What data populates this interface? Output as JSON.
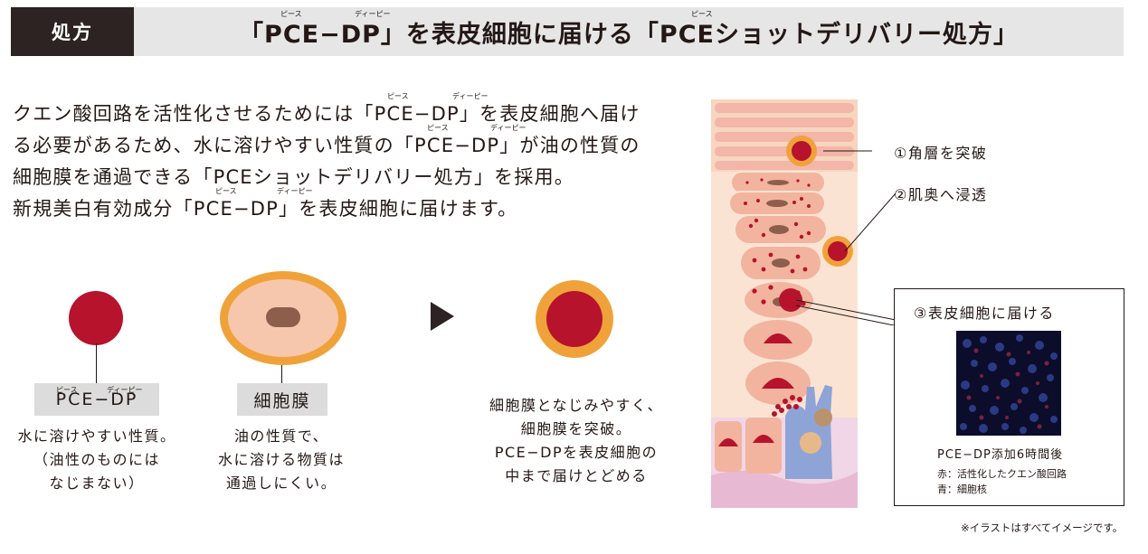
{
  "header": {
    "tag": "処方",
    "title": "「PCE−DP」を表皮細胞に届ける「PCEショットデリバリー処方」",
    "ruby_pce": "ピース",
    "ruby_dp": "ディーピー"
  },
  "intro": {
    "lines": [
      "クエン酸回路を活性化させるためには「PCE−DP」を表皮細胞へ届け",
      "る必要があるため、水に溶けやすい性質の「PCE−DP」が油の性質の",
      "細胞膜を通過できる「PCEショットデリバリー処方」を採用。",
      "新規美白有効成分「PCE−DP」を表皮細胞に届けます。"
    ]
  },
  "diagram": {
    "pce": {
      "label": "PCE−DP",
      "ruby_pce": "ピース",
      "ruby_dp": "ディーピー",
      "caption": [
        "水に溶けやすい性質。",
        "（油性のものには",
        "なじまない）"
      ]
    },
    "membrane": {
      "label": "細胞膜",
      "caption": [
        "油の性質で、",
        "水に溶ける物質は",
        "通過しにくい。"
      ]
    },
    "result": {
      "caption": [
        "細胞膜となじみやすく、",
        "細胞膜を突破。",
        "PCE−DPを表皮細胞の",
        "中まで届けとどめる"
      ]
    }
  },
  "skin": {
    "step1": "①角層を突破",
    "step2": "②肌奥へ浸透",
    "step3": "③表皮細胞に届ける",
    "micro_caption": "PCE−DP添加6時間後",
    "legend_red": "赤：活性化したクエン酸回路",
    "legend_blue": "青：細胞核"
  },
  "footnote": "※イラストはすべてイメージです。",
  "colors": {
    "red": "#b7132c",
    "orange": "#f0a23a",
    "skin": "#f7c7ad",
    "nucleus": "#8e5e4d",
    "header_dark": "#2d2322",
    "header_gray": "#e6e6e6"
  }
}
